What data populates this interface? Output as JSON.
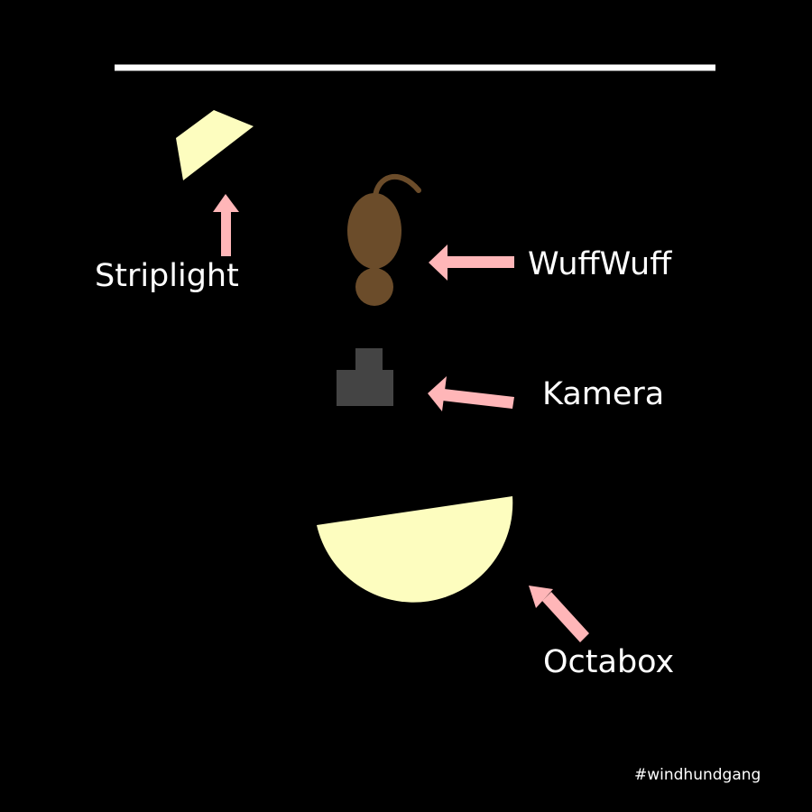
{
  "colors": {
    "background": "#000000",
    "backdrop": "#ffffff",
    "light": "#fdfdbf",
    "dog": "#6b4c2a",
    "camera": "#444444",
    "arrow": "#ffb6b8",
    "text": "#ffffff"
  },
  "labels": {
    "striplight": "Striplight",
    "wuffwuff": "WuffWuff",
    "kamera": "Kamera",
    "octabox": "Octabox"
  },
  "hashtag": "#windhundgang"
}
